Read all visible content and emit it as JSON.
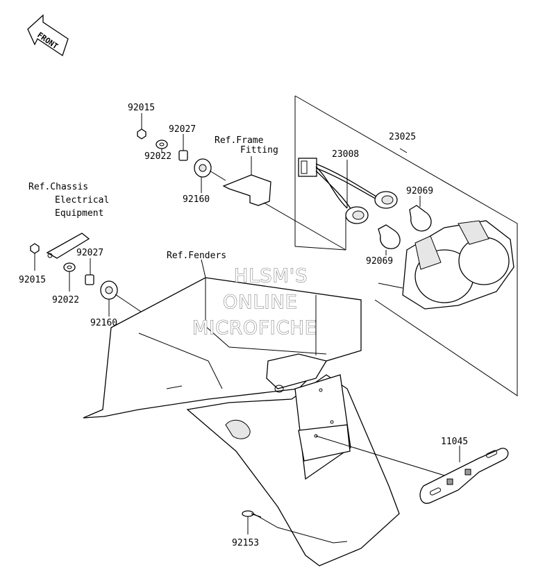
{
  "orientation": {
    "label": "FRONT",
    "icon": "front-arrow-icon"
  },
  "assemblies": [
    {
      "number": "23025"
    },
    {
      "number": "23008"
    }
  ],
  "parts": [
    {
      "number": "92015"
    },
    {
      "number": "92027"
    },
    {
      "number": "92022"
    },
    {
      "number": "92160"
    },
    {
      "number": "92015"
    },
    {
      "number": "92027"
    },
    {
      "number": "92022"
    },
    {
      "number": "92160"
    },
    {
      "number": "92069"
    },
    {
      "number": "92069"
    },
    {
      "number": "11045"
    },
    {
      "number": "92153"
    }
  ],
  "references": {
    "frame_fitting": [
      "Ref.Frame",
      "Fitting"
    ],
    "chassis": [
      "Ref.Chassis",
      "Electrical",
      "Equipment"
    ],
    "fenders": "Ref.Fenders"
  },
  "watermark": [
    "HLSM'S",
    "ONLINE",
    "MICROFICHE"
  ]
}
